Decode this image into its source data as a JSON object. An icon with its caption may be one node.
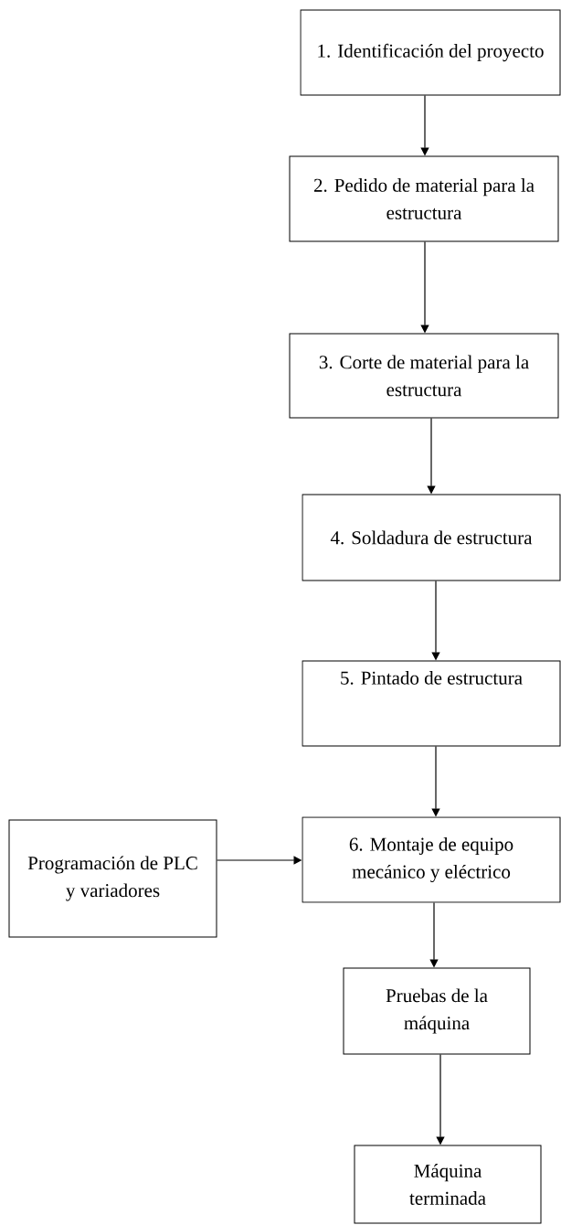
{
  "diagram": {
    "nodes": [
      {
        "text": [
          "1. Identificación del proyecto"
        ]
      },
      {
        "text": [
          "2. Pedido de material para la estructura"
        ]
      },
      {
        "text": [
          "3. Corte de material para la estructura"
        ]
      },
      {
        "text": [
          "4. Soldadura de estructura"
        ]
      },
      {
        "text": [
          "5. Pintado de estructura"
        ]
      },
      {
        "text": [
          "Programación de PLC y variadores"
        ]
      },
      {
        "text": [
          "6. Montaje de equipo mecánico y eléctrico"
        ]
      },
      {
        "text": [
          "Pruebas de la máquina"
        ]
      },
      {
        "text": [
          "Máquina terminada"
        ]
      }
    ],
    "edges": [
      {
        "from": 0,
        "to": 1,
        "arrow": "to"
      },
      {
        "from": 1,
        "to": 2,
        "arrow": "to"
      },
      {
        "from": 2,
        "to": 3,
        "arrow": "to"
      },
      {
        "from": 3,
        "to": 4,
        "arrow": "to"
      },
      {
        "from": 4,
        "to": 6,
        "arrow": "to"
      },
      {
        "from": 5,
        "to": 6,
        "arrow": "to"
      },
      {
        "from": 6,
        "to": 7,
        "arrow": "to"
      },
      {
        "from": 7,
        "to": 8,
        "arrow": "to"
      }
    ]
  }
}
